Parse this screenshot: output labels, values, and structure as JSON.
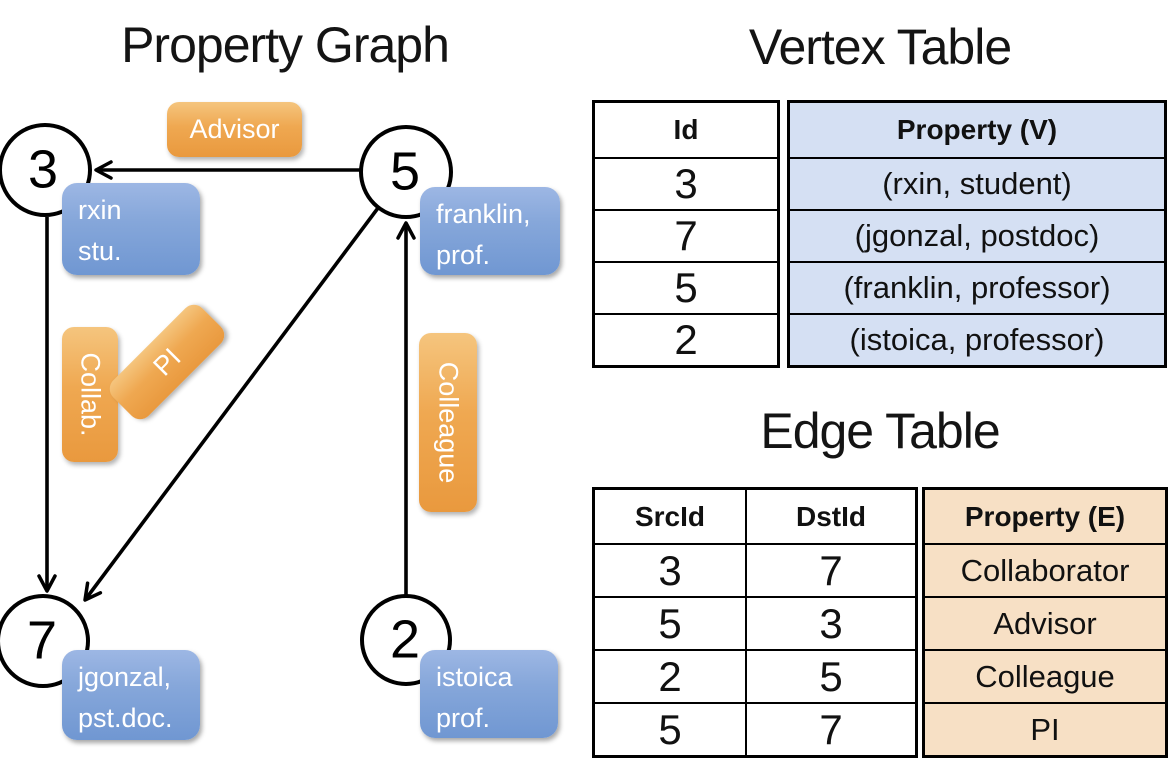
{
  "graph": {
    "title": "Property Graph",
    "nodes": [
      {
        "id": "3",
        "lines": [
          "rxin",
          "stu."
        ]
      },
      {
        "id": "5",
        "lines": [
          "franklin,",
          "prof."
        ]
      },
      {
        "id": "7",
        "lines": [
          "jgonzal,",
          "pst.doc."
        ]
      },
      {
        "id": "2",
        "lines": [
          "istoica",
          "prof."
        ]
      }
    ],
    "edge_labels": {
      "advisor": "Advisor",
      "collab": "Collab.",
      "pi": "PI",
      "colleague": "Colleague"
    }
  },
  "vertex_table": {
    "title": "Vertex Table",
    "headers": [
      "Id",
      "Property (V)"
    ],
    "rows": [
      [
        "3",
        "(rxin, student)"
      ],
      [
        "7",
        "(jgonzal, postdoc)"
      ],
      [
        "5",
        "(franklin, professor)"
      ],
      [
        "2",
        "(istoica, professor)"
      ]
    ]
  },
  "edge_table": {
    "title": "Edge Table",
    "headers": [
      "SrcId",
      "DstId",
      "Property (E)"
    ],
    "rows": [
      [
        "3",
        "7",
        "Collaborator"
      ],
      [
        "5",
        "3",
        "Advisor"
      ],
      [
        "2",
        "5",
        "Colleague"
      ],
      [
        "5",
        "7",
        "PI"
      ]
    ]
  },
  "colors": {
    "edge_label_orange": "#efa851",
    "vertex_label_blue": "#7da1d6",
    "vertex_table_fill": "#d5e0f3",
    "edge_table_fill": "#f7e0c5",
    "line_black": "#000000"
  }
}
